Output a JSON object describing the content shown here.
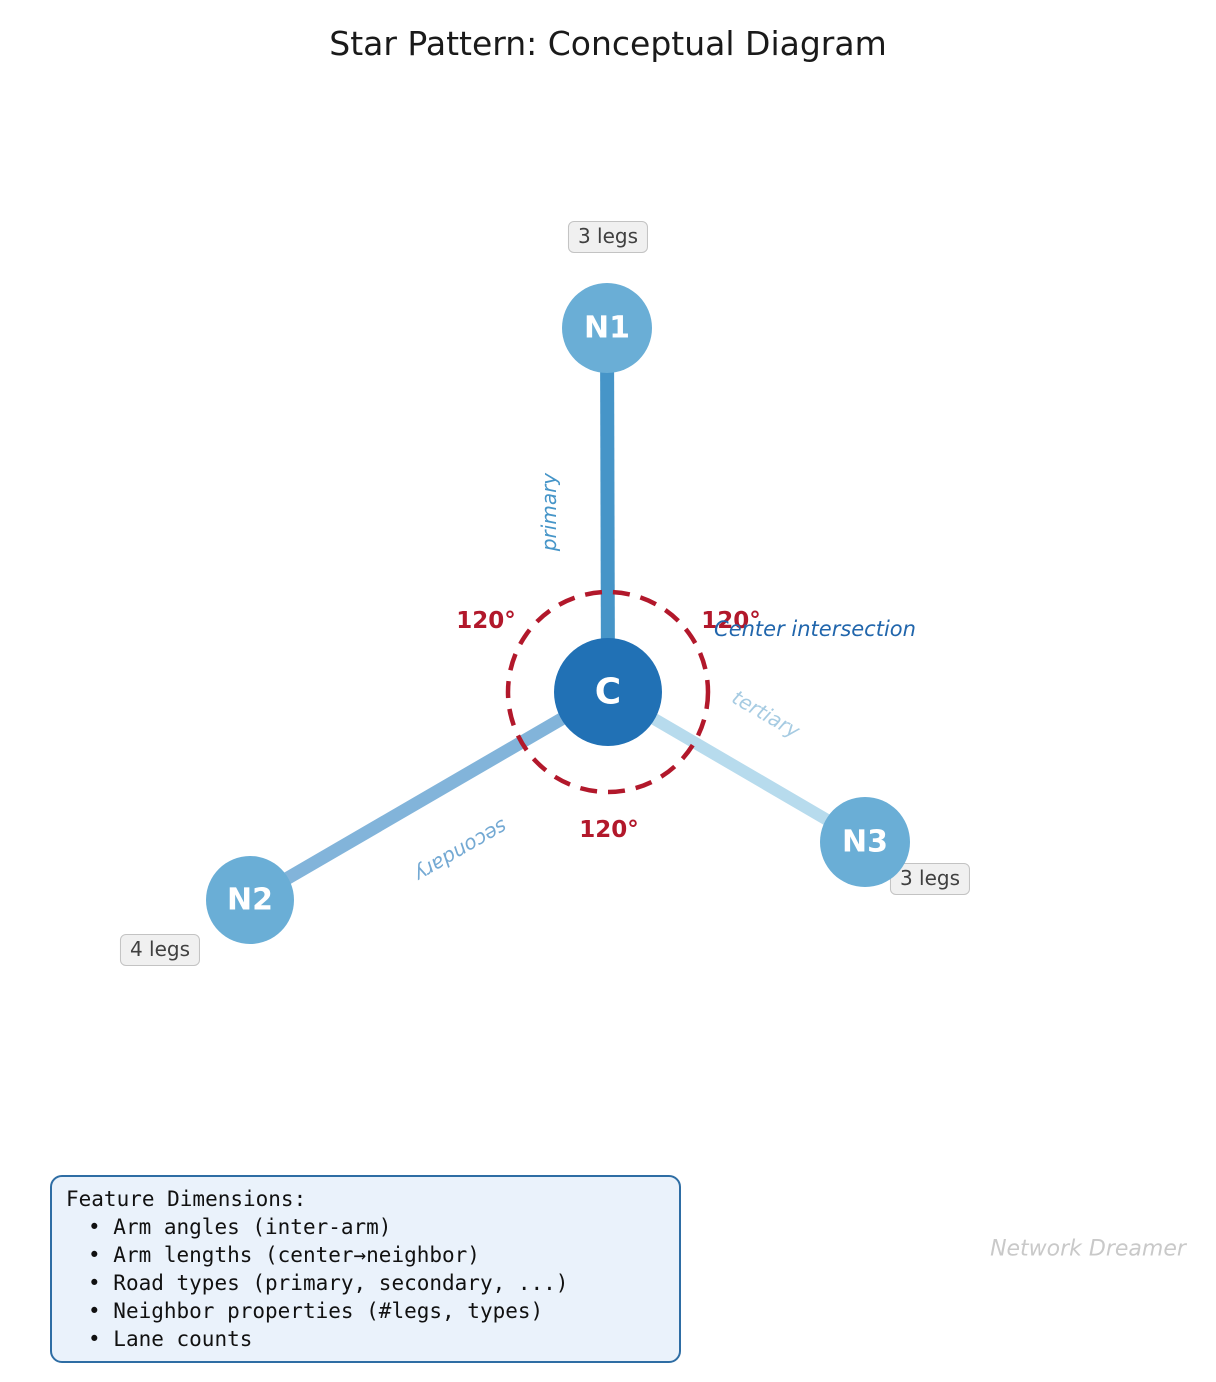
{
  "title": "Star Pattern: Conceptual Diagram",
  "colors": {
    "node_center": "#2171b5",
    "node_neighbor": "#6aaed6",
    "arm_primary": "#4695c8",
    "arm_secondary": "#82b4da",
    "arm_tertiary": "#b7dbed",
    "angle_guide": "#b2182b",
    "annotation_blue": "#2166ac"
  },
  "nodes": {
    "center": {
      "label": "C"
    },
    "n1": {
      "label": "N1",
      "legs": "3 legs"
    },
    "n2": {
      "label": "N2",
      "legs": "4 legs"
    },
    "n3": {
      "label": "N3",
      "legs": "3 legs"
    }
  },
  "arms": {
    "primary": {
      "label": "primary"
    },
    "secondary": {
      "label": "secondary"
    },
    "tertiary": {
      "label": "tertiary"
    }
  },
  "angles": {
    "left": "120°",
    "right": "120°",
    "bottom": "120°"
  },
  "annotations": {
    "center_intersection": "Center intersection",
    "watermark": "Network Dreamer"
  },
  "feature_box": {
    "title": "Feature Dimensions:",
    "items": [
      "Arm angles (inter-arm)",
      "Arm lengths (center→neighbor)",
      "Road types (primary, secondary, ...)",
      "Neighbor properties (#legs, types)",
      "Lane counts"
    ]
  }
}
